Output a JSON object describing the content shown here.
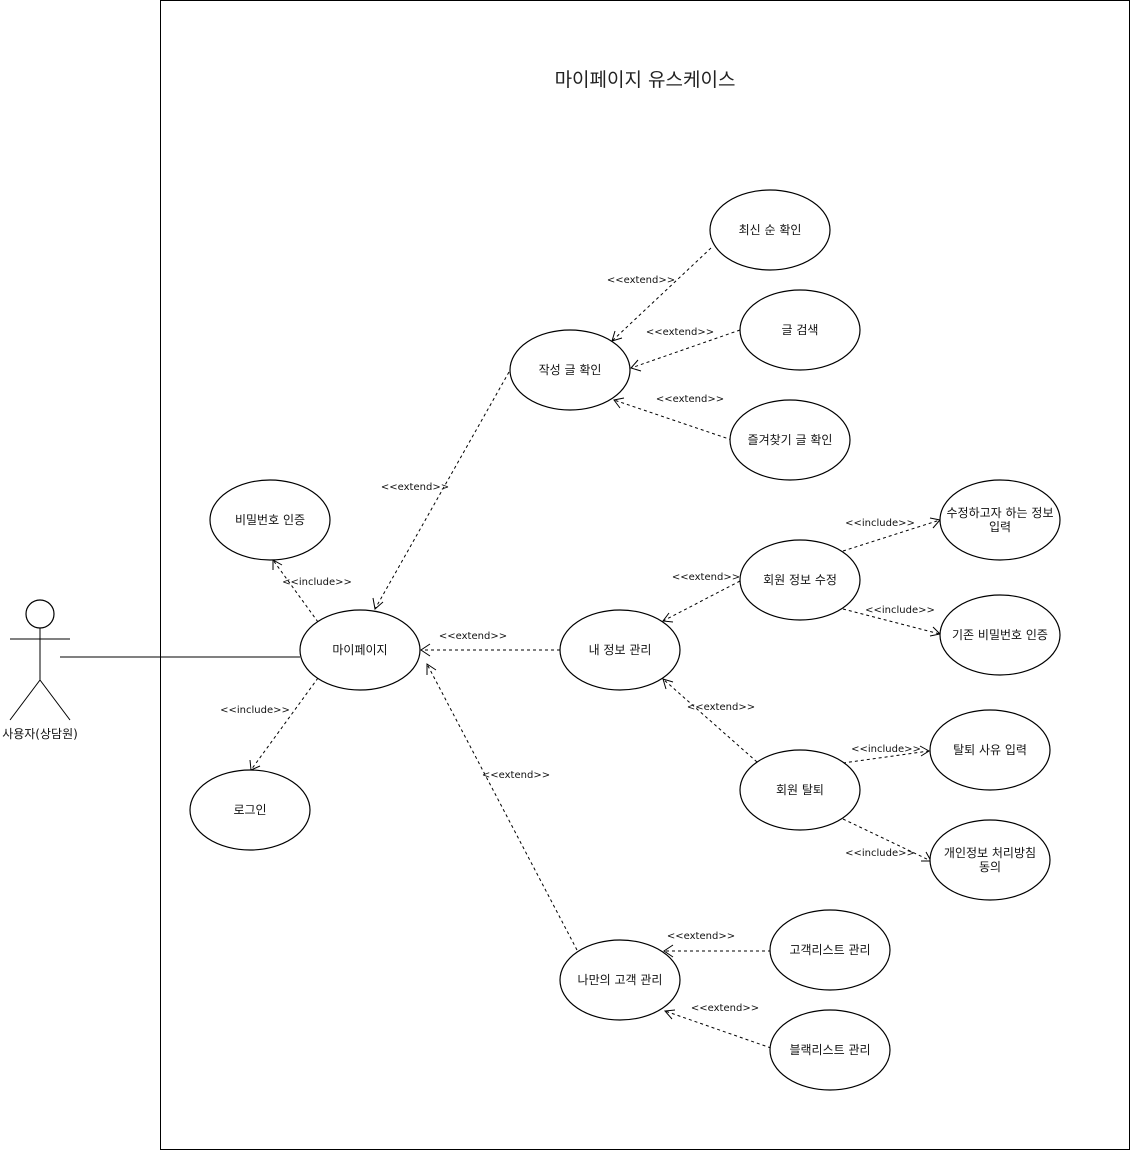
{
  "diagram": {
    "title": "마이페이지 유스케이스",
    "actor": {
      "label": "사용자(상담원)"
    },
    "use_cases": {
      "mypage": "마이페이지",
      "password_auth": "비밀번호 인증",
      "login": "로그인",
      "view_posts": "작성 글 확인",
      "latest": "최신 순 확인",
      "search": "글 검색",
      "favorites": "즐겨찾기 글 확인",
      "my_info": "내 정보 관리",
      "edit_member": "회원 정보 수정",
      "enter_info_l1": "수정하고자 하는 정보",
      "enter_info_l2": "입력",
      "existing_pw": "기존 비밀번호 인증",
      "withdraw": "회원 탈퇴",
      "withdraw_reason": "탈퇴 사유 입력",
      "privacy_l1": "개인정보 처리방침",
      "privacy_l2": "동의",
      "my_customers": "나만의 고객 관리",
      "customer_list": "고객리스트 관리",
      "blacklist": "블랙리스트 관리"
    },
    "stereotypes": {
      "include": "<<include>>",
      "extend": "<<extend>>"
    }
  }
}
